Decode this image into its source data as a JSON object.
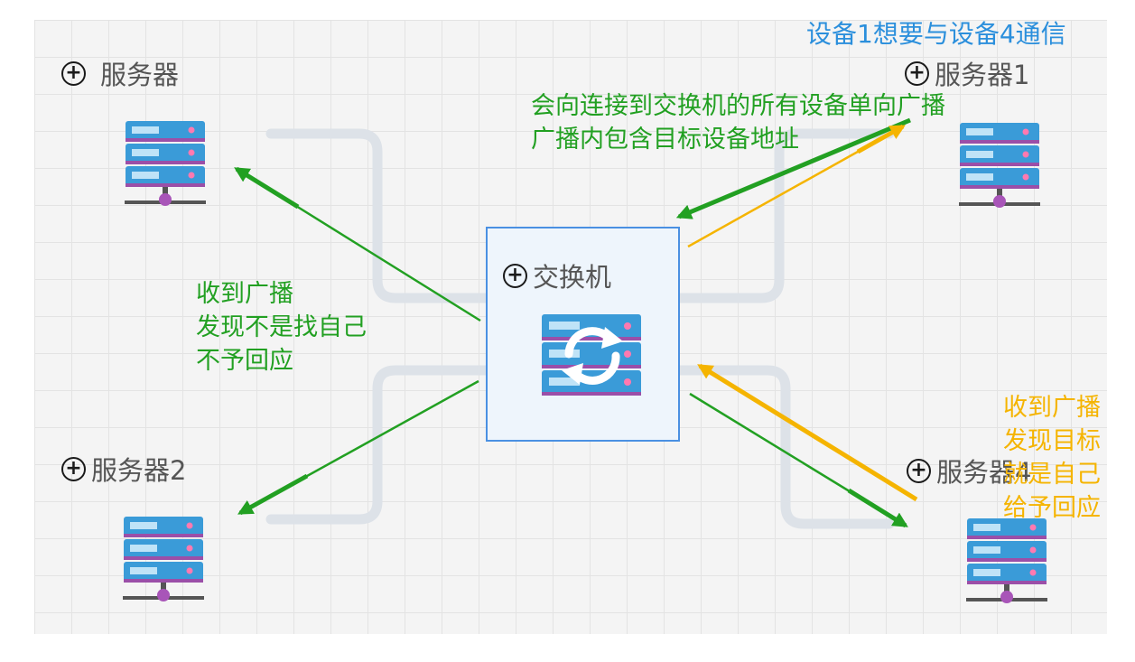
{
  "nodes": {
    "server": "服务器",
    "server1": "服务器1",
    "server2": "服务器2",
    "server4": "服务器4",
    "switch": "交换机"
  },
  "notes": {
    "title": "设备1想要与设备4通信",
    "broadcast_line1": "会向连接到交换机的所有设备单向广播",
    "broadcast_line2": "广播内包含目标设备地址",
    "no_reply": [
      "收到广播",
      "发现不是找自己",
      "不予回应"
    ],
    "reply": [
      "收到广播",
      "发现目标",
      "就是自己",
      "给予回应"
    ]
  },
  "colors": {
    "green": "#22a022",
    "orange": "#f5b400",
    "blue": "#2b8fdc",
    "connector": "#dde2e8",
    "switch_border": "#4a90e2"
  },
  "icons": {
    "server": "server-rack-icon",
    "switch": "switch-refresh-icon",
    "expand": "plus-circle-icon"
  }
}
